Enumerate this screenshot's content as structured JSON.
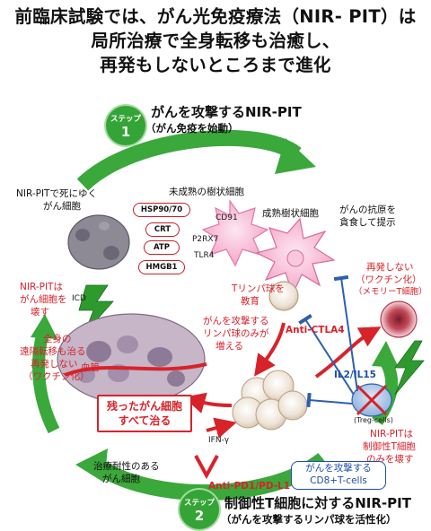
{
  "title": {
    "line1": "前臨床試験では、がん光免疫療法（NIR- PIT）は",
    "line2": "局所治療で全身転移も治癒し、",
    "line3": "再発もしないところまで進化"
  },
  "step1": {
    "badge_word": "ステップ",
    "badge_num": "1",
    "heading": "がんを攻撃するNIR-PIT",
    "sub": "（がん免疫を始動）"
  },
  "step2": {
    "badge_word": "ステップ",
    "badge_num": "2",
    "heading": "制御性T細胞に対するNIR-PIT",
    "sub": "（がんを攻撃するリンパ球を活性化）"
  },
  "labels": {
    "dying_cells_1": "NIR-PITで死にゆく",
    "dying_cells_2": "がん細胞",
    "immature_dc": "未成熟の樹状細胞",
    "hsp": "HSP90/70",
    "crt": "CRT",
    "atp": "ATP",
    "hmgb1": "HMGB1",
    "cd91": "CD91",
    "p2rx7": "P2RX7",
    "tlr4": "TLR4",
    "mature_dc": "成熟樹状細胞",
    "mature_dc_paren_1": "がんの抗原を",
    "mature_dc_paren_2": "貪食して提示",
    "teach_t_1": "Tリンパ球を",
    "teach_t_2": "教育",
    "nir_pit_kills_1": "NIR-PITは",
    "nir_pit_kills_2": "がん細胞を",
    "nir_pit_kills_3": "壊す",
    "icd": "ICD",
    "attack_lymph_1": "がんを攻撃する",
    "attack_lymph_2": "リンパ球のみが",
    "attack_lymph_3": "増える",
    "anti_ctla4": "Anti-CTLA4",
    "no_recur_1": "再発しない",
    "no_recur_2": "（ワクチン化）",
    "no_recur_3": "（メモリーT細胞）",
    "systemic_1": "全身の",
    "systemic_2": "遠隔転移も治る",
    "systemic_3": "再発しない",
    "systemic_4": "（ワクチン化）",
    "vessel": "血管",
    "il2": "IL2/IL15",
    "box_1": "残ったがん細胞",
    "box_2": "すべて治る",
    "treg": "(Treg-cells)",
    "treg_kill_1": "NIR-PITは",
    "treg_kill_2": "制御性T細胞",
    "treg_kill_3": "のみを壊す",
    "ifn": "IFN-γ",
    "resistant_1": "治療耐性のある",
    "resistant_2": "がん細胞",
    "anti_pd1": "Anti-PD1/PD-L1",
    "cd8_1": "がんを攻撃する",
    "cd8_2": "CD8+T-cells"
  },
  "colors": {
    "green": "#3aa83a",
    "red": "#d8222a",
    "blue": "#1f4fa8",
    "pink": "#f4a6c8",
    "purple": "#7a5f8a"
  }
}
